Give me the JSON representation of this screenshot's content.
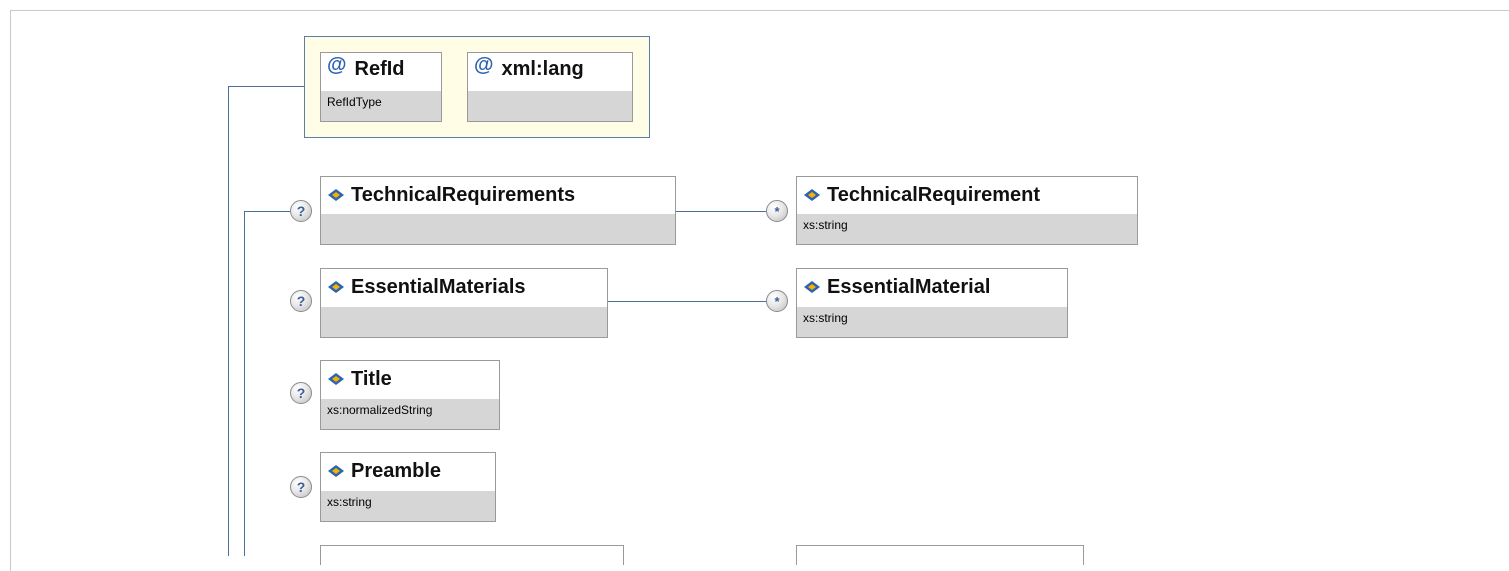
{
  "attributes": [
    {
      "name": "RefId",
      "type": "RefIdType"
    },
    {
      "name": "xml:lang",
      "type": ""
    }
  ],
  "elements": [
    {
      "name": "TechnicalRequirements",
      "type": "",
      "occurrence": "?",
      "child": {
        "name": "TechnicalRequirement",
        "type": "xs:string",
        "occurrence": "*"
      }
    },
    {
      "name": "EssentialMaterials",
      "type": "",
      "occurrence": "?",
      "child": {
        "name": "EssentialMaterial",
        "type": "xs:string",
        "occurrence": "*"
      }
    },
    {
      "name": "Title",
      "type": "xs:normalizedString",
      "occurrence": "?"
    },
    {
      "name": "Preamble",
      "type": "xs:string",
      "occurrence": "?"
    }
  ],
  "colors": {
    "connector": "#4b6f9c",
    "attr_group_bg": "#fffde6",
    "icon_blue": "#2d62b0",
    "icon_yellow": "#f2b400"
  }
}
